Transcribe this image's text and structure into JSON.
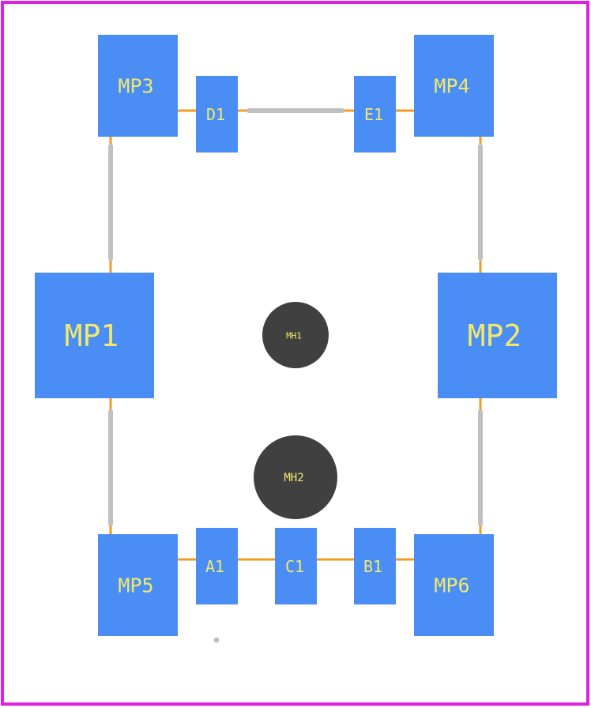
{
  "colors": {
    "board_outline": "#e020e0",
    "pad": "#4a8ef5",
    "pad_label": "#f2e86a",
    "copper_trace": "#f59a20",
    "silk_line": "#c0c0c0",
    "hole": "#404040"
  },
  "pads": {
    "mp1": "MP1",
    "mp2": "MP2",
    "mp3": "MP3",
    "mp4": "MP4",
    "mp5": "MP5",
    "mp6": "MP6",
    "a1": "A1",
    "b1": "B1",
    "c1": "C1",
    "d1": "D1",
    "e1": "E1"
  },
  "holes": {
    "mh1": "MH1",
    "mh2": "MH2"
  }
}
